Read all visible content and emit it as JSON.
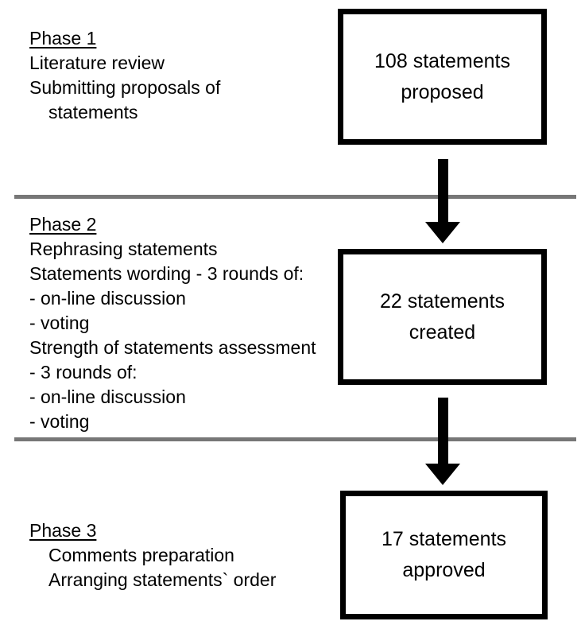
{
  "figure": {
    "type": "process-flowchart",
    "orientation": "vertical",
    "accent_color": "#000000",
    "divider_color": "#777777",
    "background_color": "#ffffff"
  },
  "phases": [
    {
      "title": "Phase 1",
      "lines": [
        "Literature review",
        "Submitting proposals of",
        "statements"
      ]
    },
    {
      "title": "Phase 2",
      "lines": [
        "Rephrasing statements",
        "Statements wording - 3 rounds of:",
        "- on-line discussion",
        "- voting",
        "Strength of statements assessment",
        "- 3 rounds of:",
        "- on-line discussion",
        "- voting"
      ]
    },
    {
      "title": "Phase 3",
      "lines": [
        "Comments preparation",
        "Arranging statements` order"
      ]
    }
  ],
  "outcomes": [
    {
      "count": "108",
      "label": "108 statements\nproposed"
    },
    {
      "count": "22",
      "label": "22 statements\ncreated"
    },
    {
      "count": "17",
      "label": "17 statements\napproved"
    }
  ],
  "arrows": [
    {
      "name": "arrow-phase1-to-phase2",
      "direction": "down"
    },
    {
      "name": "arrow-phase2-to-phase3",
      "direction": "down"
    }
  ]
}
